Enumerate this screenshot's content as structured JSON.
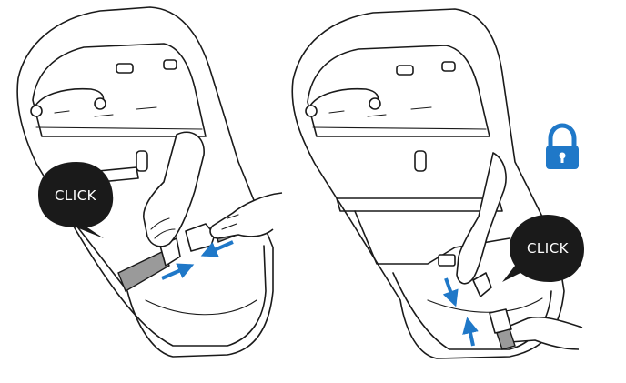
{
  "panels": [
    {
      "id": "left",
      "callout": "CLICK",
      "callout_color": "#1a1a1a",
      "arrow_color": "#1f78c8"
    },
    {
      "id": "right",
      "callout": "CLICK",
      "callout_color": "#1a1a1a",
      "arrow_color": "#1f78c8",
      "lock_icon_color": "#1f78c8"
    }
  ],
  "colors": {
    "accent": "#1f78c8",
    "ink": "#1a1a1a",
    "strap": "#9a9a9a"
  },
  "icons": [
    "lock-icon",
    "arrow-icon"
  ]
}
